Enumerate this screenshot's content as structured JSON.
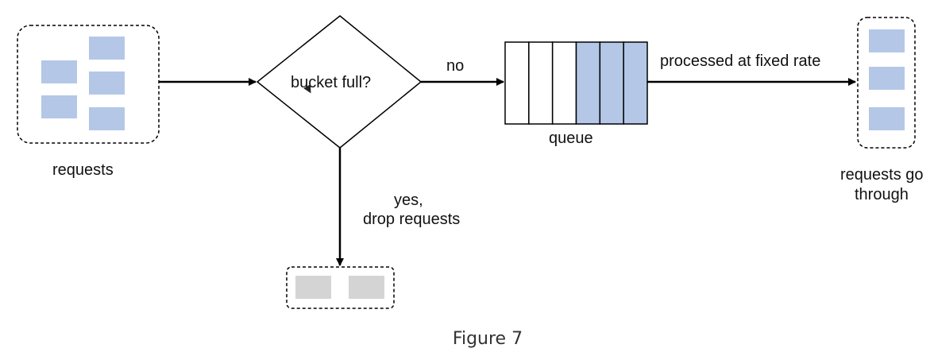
{
  "diagram": {
    "nodes": {
      "requests_label": "requests",
      "decision_label": "bucket full?",
      "queue_label": "queue",
      "through_label_line1": "requests go",
      "through_label_line2": "through"
    },
    "edges": {
      "no_label": "no",
      "processed_label": "processed at fixed rate",
      "yes_label_line1": "yes,",
      "yes_label_line2": "drop requests"
    },
    "queue": {
      "slots": 6,
      "filled_slots": 3
    },
    "colors": {
      "request_block": "#b4c7e7",
      "dropped_block": "#d4d4d4",
      "queue_filled": "#b4c7e7",
      "stroke": "#000000"
    }
  },
  "caption": "Figure 7"
}
